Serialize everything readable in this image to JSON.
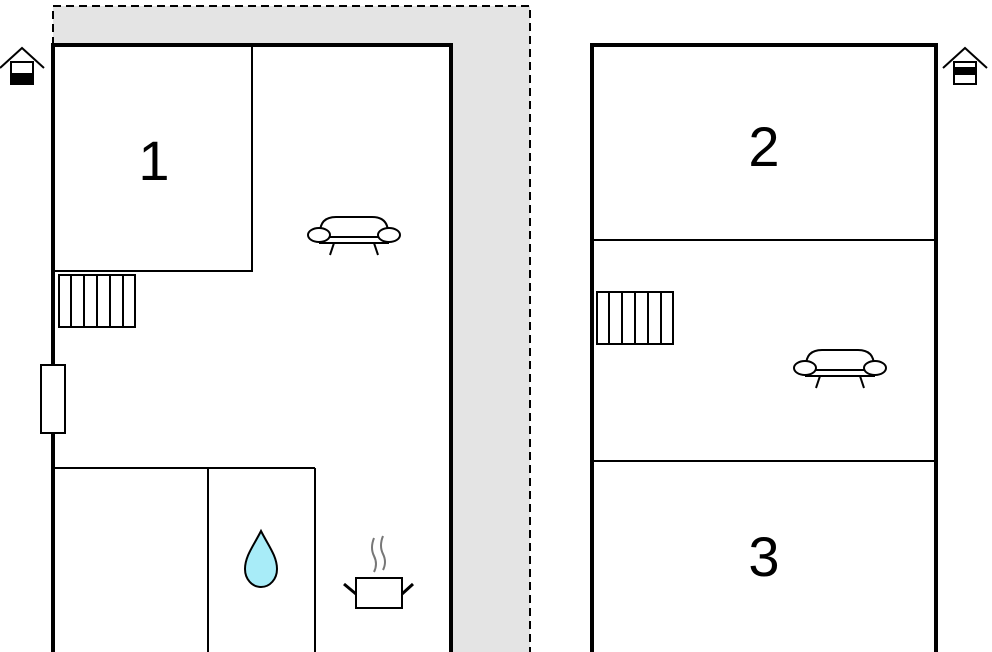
{
  "floor_ground": {
    "rooms": [
      {
        "id": "bedroom",
        "number": "1"
      }
    ],
    "icons": [
      "house-ground-floor-icon",
      "sofa-icon",
      "stairs-icon",
      "door-icon",
      "bathroom-water-drop-icon",
      "kitchen-pot-icon"
    ],
    "terrace_color": "#e4e4e4",
    "water_drop_color": "#a8ecf8"
  },
  "floor_upper": {
    "rooms": [
      {
        "id": "bedroom-top",
        "number": "2"
      },
      {
        "id": "bedroom-bottom",
        "number": "3"
      }
    ],
    "icons": [
      "house-upper-floor-icon",
      "stairs-icon",
      "sofa-icon"
    ]
  }
}
